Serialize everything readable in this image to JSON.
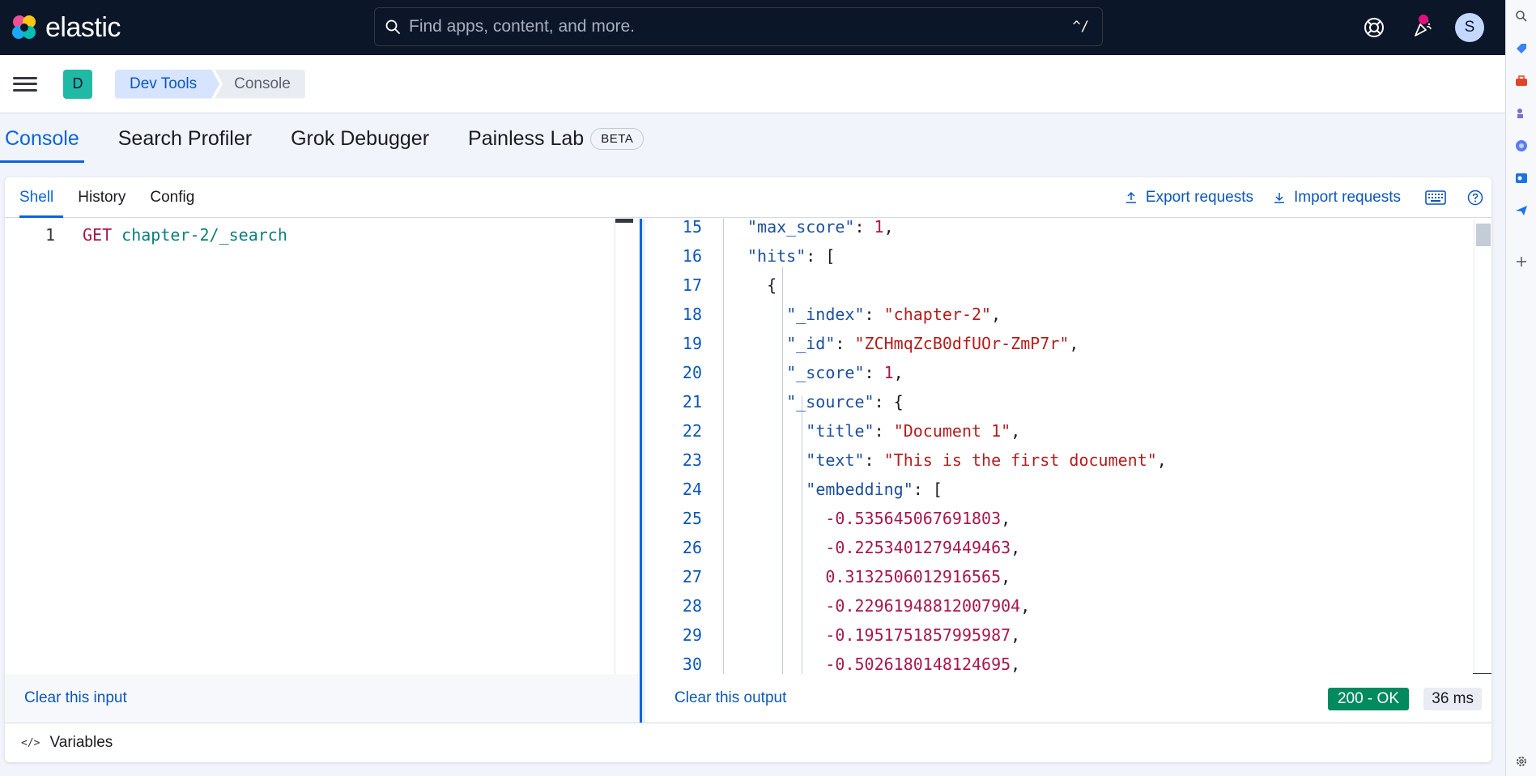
{
  "header": {
    "brand": "elastic",
    "search_placeholder": "Find apps, content, and more.",
    "search_shortcut": "^/",
    "user_initial": "S"
  },
  "breadcrumbs": {
    "space_initial": "D",
    "items": [
      "Dev Tools",
      "Console"
    ]
  },
  "tool_tabs": [
    {
      "label": "Console",
      "active": true
    },
    {
      "label": "Search Profiler"
    },
    {
      "label": "Grok Debugger"
    },
    {
      "label": "Painless Lab",
      "badge": "BETA"
    }
  ],
  "sub_tabs": [
    {
      "label": "Shell",
      "active": true
    },
    {
      "label": "History"
    },
    {
      "label": "Config"
    }
  ],
  "actions": {
    "export": "Export requests",
    "import": "Import requests"
  },
  "input": {
    "line_number": "1",
    "method": "GET",
    "path": "chapter-2/_search",
    "clear_label": "Clear this input"
  },
  "output": {
    "clear_label": "Clear this output",
    "status": "200 - OK",
    "time": "36 ms",
    "lines": [
      {
        "n": "15",
        "indent": 2,
        "key": "max_score",
        "val": "1",
        "kind": "num",
        "tail": ","
      },
      {
        "n": "16",
        "indent": 2,
        "key": "hits",
        "val": "[",
        "kind": "pun",
        "tail": ""
      },
      {
        "n": "17",
        "indent": 3,
        "key": "",
        "val": "{",
        "kind": "pun",
        "tail": ""
      },
      {
        "n": "18",
        "indent": 4,
        "key": "_index",
        "val": "\"chapter-2\"",
        "kind": "str",
        "tail": ","
      },
      {
        "n": "19",
        "indent": 4,
        "key": "_id",
        "val": "\"ZCHmqZcB0dfUOr-ZmP7r\"",
        "kind": "str",
        "tail": ","
      },
      {
        "n": "20",
        "indent": 4,
        "key": "_score",
        "val": "1",
        "kind": "num",
        "tail": ","
      },
      {
        "n": "21",
        "indent": 4,
        "key": "_source",
        "val": "{",
        "kind": "pun",
        "tail": ""
      },
      {
        "n": "22",
        "indent": 5,
        "key": "title",
        "val": "\"Document 1\"",
        "kind": "str",
        "tail": ","
      },
      {
        "n": "23",
        "indent": 5,
        "key": "text",
        "val": "\"This is the first document\"",
        "kind": "str",
        "tail": ","
      },
      {
        "n": "24",
        "indent": 5,
        "key": "embedding",
        "val": "[",
        "kind": "pun",
        "tail": ""
      },
      {
        "n": "25",
        "indent": 6,
        "key": "",
        "val": "-0.535645067691803",
        "kind": "num",
        "tail": ","
      },
      {
        "n": "26",
        "indent": 6,
        "key": "",
        "val": "-0.2253401279449463",
        "kind": "num",
        "tail": ","
      },
      {
        "n": "27",
        "indent": 6,
        "key": "",
        "val": "0.3132506012916565",
        "kind": "num",
        "tail": ","
      },
      {
        "n": "28",
        "indent": 6,
        "key": "",
        "val": "-0.22961948812007904",
        "kind": "num",
        "tail": ","
      },
      {
        "n": "29",
        "indent": 6,
        "key": "",
        "val": "-0.1951751857995987",
        "kind": "num",
        "tail": ","
      },
      {
        "n": "30",
        "indent": 6,
        "key": "",
        "val": "-0.5026180148124695",
        "kind": "num",
        "tail": ","
      }
    ]
  },
  "variables_label": "Variables",
  "colors": {
    "header_bg": "#0b1628",
    "accent": "#0b64dd",
    "success": "#008a5e",
    "space_badge": "#20b9a6"
  }
}
